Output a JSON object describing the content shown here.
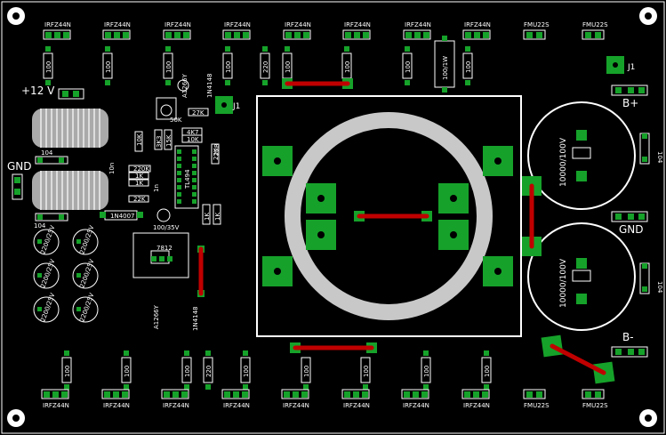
{
  "board": {
    "mosfet_label": "IRFZ44N",
    "diode_label": "FMU22S",
    "resistor_100": "100",
    "resistor_220": "220",
    "resistor_100_1w": "100/1W",
    "connector_j1": "J1",
    "label_plus12v": "+12 V",
    "label_gnd_left": "GND",
    "label_b_plus": "B+",
    "label_gnd_right": "GND",
    "label_b_minus": "B-",
    "cap_main": "10000/100V",
    "cap_104": "104",
    "cap_2200": "2200/25V",
    "ic_label": "TL494",
    "regulator_label": "7812",
    "diode_1n4007": "1N4007",
    "cap_100_35v": "100/35V",
    "led_label": "A1266Y",
    "diode_1n4148": "1N4148",
    "r_50k": "50K",
    "r_27k": "27K",
    "r_4k7": "4K7",
    "r_10k": "10K",
    "r_3k3": "3K3",
    "r_15k": "15K",
    "r_220k": "220K",
    "r_1k": "1K",
    "r_22k": "22K",
    "r_22r": "22R",
    "cap_10n": "10n",
    "cap_1n": "1n"
  }
}
